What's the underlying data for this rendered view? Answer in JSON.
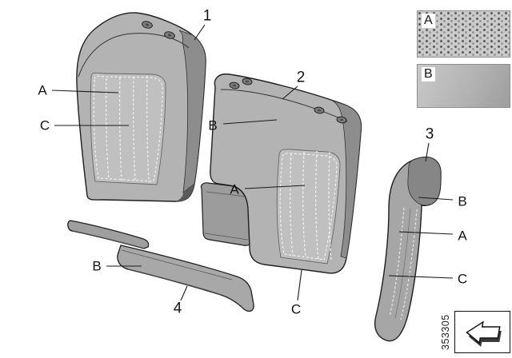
{
  "diagram": {
    "title_hint": "Individual rear seat leather parts diagram",
    "part_number": "353305",
    "callouts": {
      "seat1_num": "1",
      "seat2_num": "2",
      "bolster_num": "3",
      "trim_num": "4",
      "seat1_a": "A",
      "seat1_c": "C",
      "seat2_b": "B",
      "seat2_a": "A",
      "seat2_c": "C",
      "trim_b": "B",
      "bolster_b": "B",
      "bolster_a": "A",
      "bolster_c": "C"
    },
    "swatches": {
      "a": "A",
      "b": "B"
    },
    "icons": {
      "direction_arrow": "3d-block-arrow-left"
    },
    "colors": {
      "background": "#ffffff",
      "outline": "#1f1f1f",
      "leather_light": "#c0c0c0",
      "leather_mid": "#b3b3b3",
      "leather_dark": "#8d8d8d",
      "stitch": "#f4f4f4"
    }
  }
}
